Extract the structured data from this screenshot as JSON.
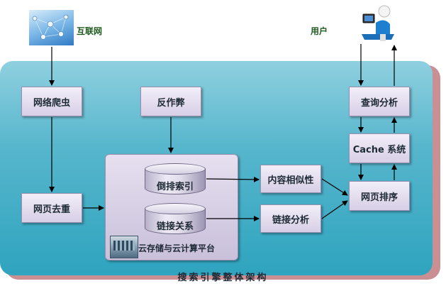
{
  "top": {
    "internet_label": "互联网",
    "user_label": "用户",
    "internet_icon": "network-globe-icon",
    "user_icon": "user-at-computer-icon"
  },
  "boxes": {
    "crawler": "网络爬虫",
    "antispam": "反作弊",
    "dedup": "网页去重",
    "query": "查询分析",
    "cache": "Cache  系统",
    "ranking": "网页排序",
    "similarity": "内容相似性",
    "link_analysis": "链接分析"
  },
  "storage": {
    "inverted_index": "倒排索引",
    "link_relations": "链接关系",
    "platform_label": "云存储与云计算平台",
    "platform_icon": "server-room-icon"
  },
  "caption": "搜索引擎整体架构",
  "colors": {
    "panel": "#57b6cc",
    "panel_shadow": "#c98f93",
    "box_fill": "#e3ddef",
    "arrow": "#000000"
  }
}
